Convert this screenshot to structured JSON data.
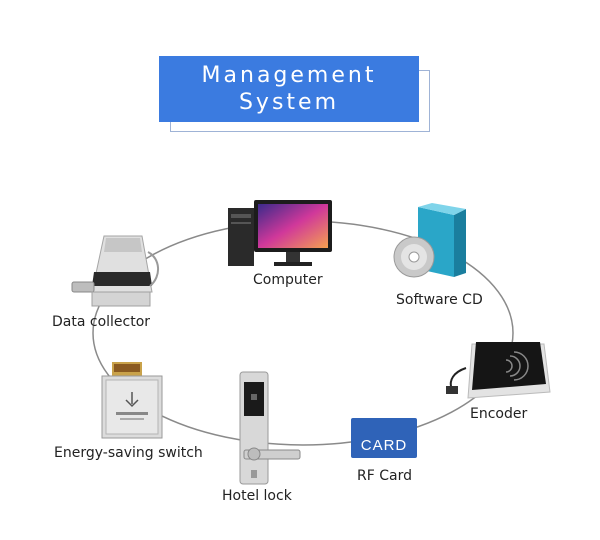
{
  "title": {
    "line1": "Management",
    "line2": "System"
  },
  "nodes": {
    "computer": "Computer",
    "software_cd": "Software CD",
    "encoder": "Encoder",
    "rf_card": "RF Card",
    "hotel_lock": "Hotel lock",
    "energy_switch": "Energy-saving switch",
    "data_collector": "Data collector"
  },
  "card_text": "CARD",
  "colors": {
    "title_bg": "#3b7be0",
    "ring": "#8a8a8a",
    "card_blue": "#2f63b8"
  }
}
